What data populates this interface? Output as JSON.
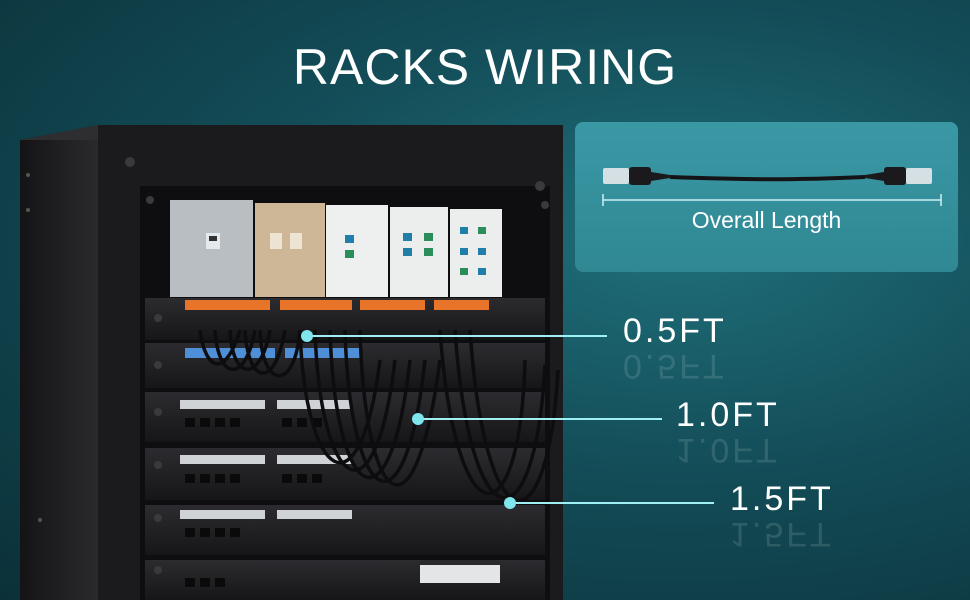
{
  "title": "RACKS WIRING",
  "cable_card": {
    "label": "Overall Length"
  },
  "lengths": [
    {
      "label": "0.5FT"
    },
    {
      "label": "1.0FT"
    },
    {
      "label": "1.5FT"
    }
  ],
  "colors": {
    "background": "#134d58",
    "accent_line": "#7fe6ee",
    "card": "#3394a0",
    "rack": "#1c1c1e",
    "patch_orange": "#e8742a",
    "patch_blue": "#4f8fd8"
  },
  "keystone_faceplates": [
    {
      "color": "gray",
      "ports": 1
    },
    {
      "color": "beige",
      "ports": 2
    },
    {
      "color": "white",
      "ports": 2
    },
    {
      "color": "white",
      "ports": 4
    },
    {
      "color": "white",
      "ports": 6
    }
  ]
}
